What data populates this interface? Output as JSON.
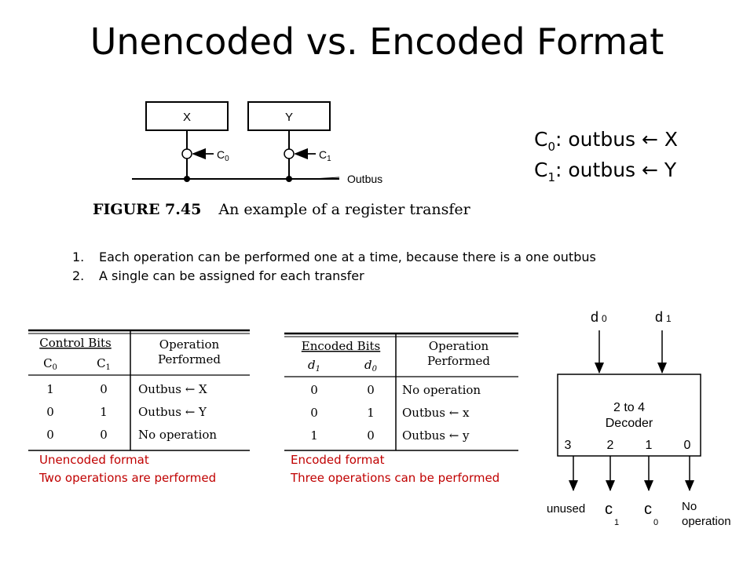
{
  "slide": {
    "title": "Unencoded vs. Encoded Format"
  },
  "figure": {
    "reg_x": "X",
    "reg_y": "Y",
    "c0_label": "C",
    "c0_sub": "0",
    "c1_label": "C",
    "c1_sub": "1",
    "outbus": "Outbus",
    "caption_number": "FIGURE 7.45",
    "caption_text": "An example of a register transfer"
  },
  "equations": [
    {
      "c": "C",
      "sub": "0",
      "rest": ": outbus ",
      "arrow": "←",
      "target": " X"
    },
    {
      "c": "C",
      "sub": "1",
      "rest": ": outbus ",
      "arrow": "←",
      "target": " Y"
    }
  ],
  "points": [
    {
      "num": "1.",
      "text": "Each operation can be performed one at a time, because there is a one outbus"
    },
    {
      "num": "2.",
      "text": "A single can be assigned for each transfer"
    }
  ],
  "unencoded_table": {
    "header_left": "Control Bits",
    "header_right_1": "Operation",
    "header_right_2": "Performed",
    "col_a": "C",
    "col_a_sub": "0",
    "col_b": "C",
    "col_b_sub": "1",
    "rows": [
      {
        "a": "1",
        "b": "0",
        "op": "Outbus ← X"
      },
      {
        "a": "0",
        "b": "1",
        "op": "Outbus ← Y"
      },
      {
        "a": "0",
        "b": "0",
        "op": "No operation"
      }
    ],
    "note_1": "Unencoded format",
    "note_2": "Two operations are performed"
  },
  "encoded_table": {
    "header_left": "Encoded Bits",
    "header_right_1": "Operation",
    "header_right_2": "Performed",
    "col_a": "d",
    "col_a_sub": "1",
    "col_b": "d",
    "col_b_sub": "0",
    "rows": [
      {
        "a": "0",
        "b": "0",
        "op": "No operation"
      },
      {
        "a": "0",
        "b": "1",
        "op": "Outbus ← x"
      },
      {
        "a": "1",
        "b": "0",
        "op": "Outbus ← y"
      }
    ],
    "note_1": "Encoded format",
    "note_2": "Three operations can be performed"
  },
  "decoder": {
    "in_d0": "d",
    "in_d0_sub": "0",
    "in_d1": "d",
    "in_d1_sub": "1",
    "label_1": "2 to 4",
    "label_2": "Decoder",
    "out_3": "3",
    "out_2": "2",
    "out_1": "1",
    "out_0": "0",
    "o3_label": "unused",
    "o2_label": "c",
    "o2_sub": "1",
    "o1_label": "c",
    "o1_sub": "0",
    "o0_label_1": "No",
    "o0_label_2": "operation"
  }
}
